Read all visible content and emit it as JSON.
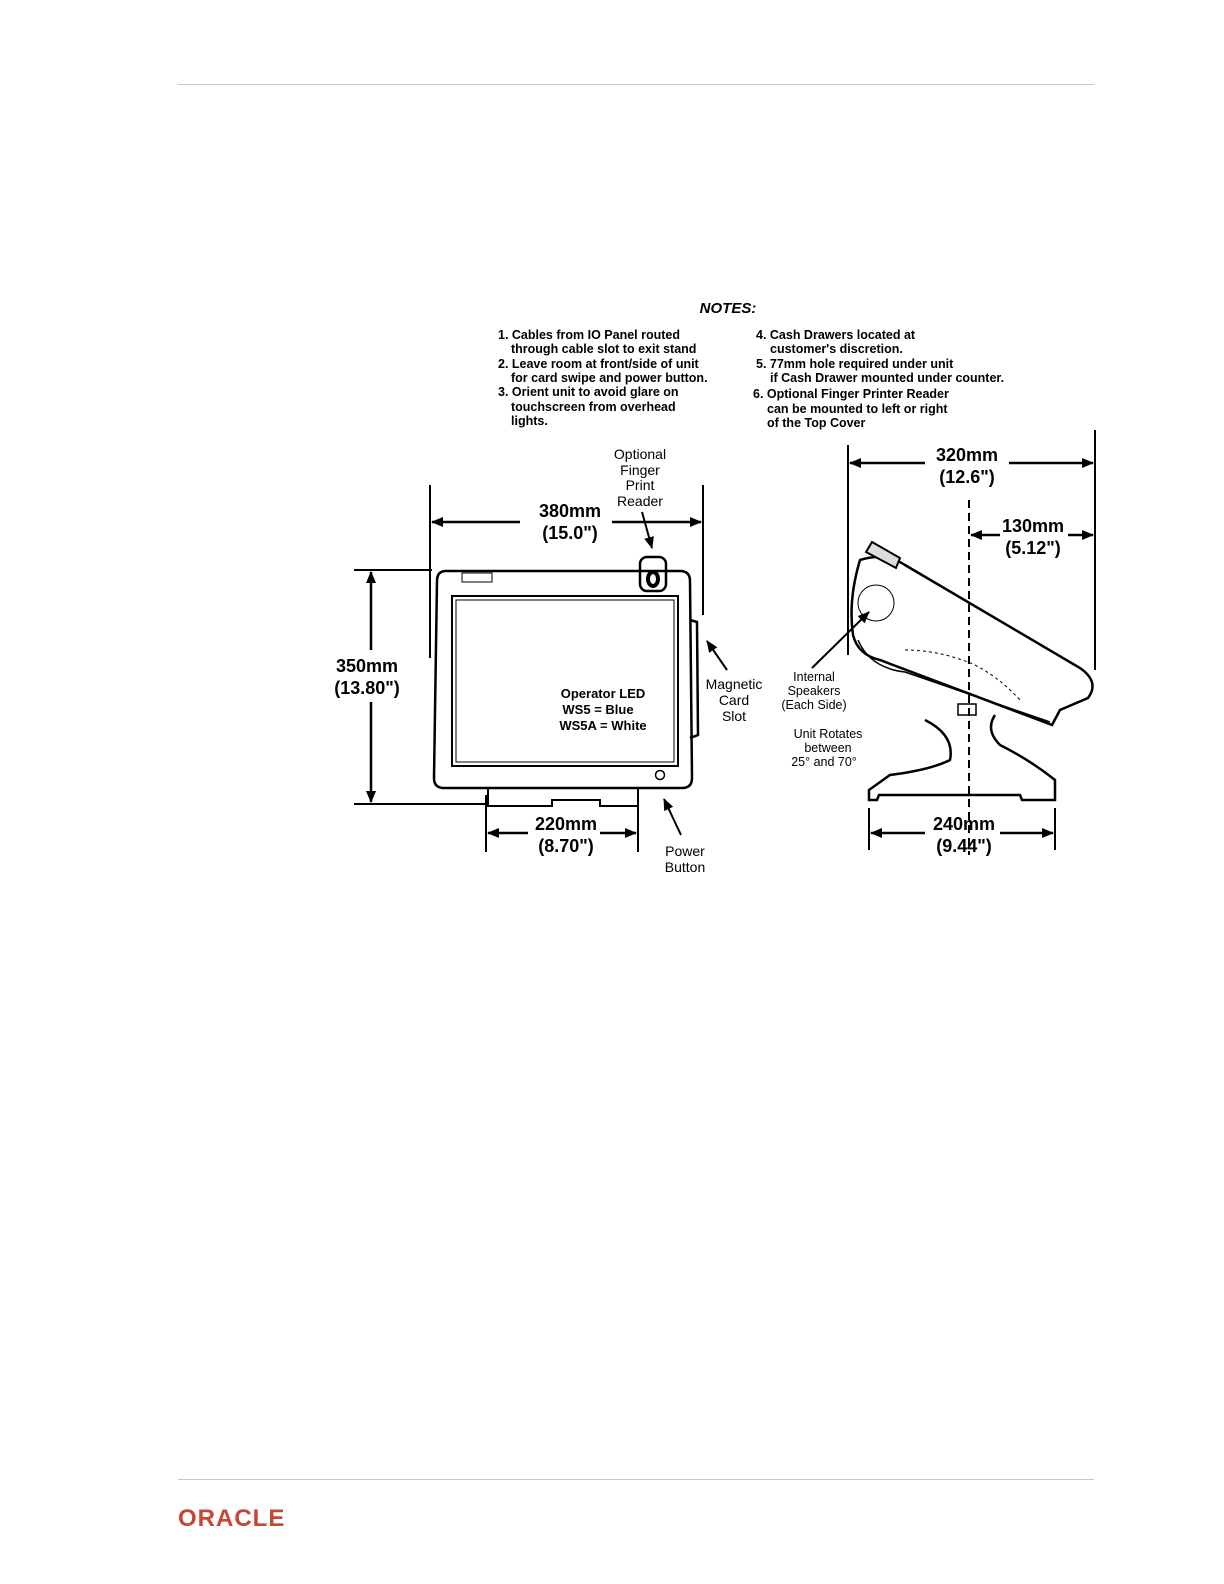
{
  "notes": {
    "heading": "NOTES:",
    "left": [
      [
        "1. Cables from IO Panel routed",
        "through cable slot to exit stand"
      ],
      [
        "2. Leave room at front/side of unit",
        "for card swipe and power button."
      ],
      [
        "3. Orient unit to avoid glare on",
        "touchscreen from overhead",
        "lights."
      ]
    ],
    "right": [
      [
        "4. Cash Drawers located at",
        "customer's discretion."
      ],
      [
        "5. 77mm hole required under unit",
        "if Cash Drawer mounted under counter."
      ],
      [
        "6. Optional Finger Printer Reader",
        "can be mounted to left or right",
        "of the Top Cover"
      ]
    ]
  },
  "front_view": {
    "width_mm": "380mm",
    "width_in": "(15.0\")",
    "height_mm": "350mm",
    "height_in": "(13.80\")",
    "base_mm": "220mm",
    "base_in": "(8.70\")",
    "fingerprint_label": [
      "Optional",
      "Finger",
      "Print",
      "Reader"
    ],
    "msr_label": [
      "Magnetic",
      "Card",
      "Slot"
    ],
    "power_label": [
      "Power",
      "Button"
    ],
    "led_label": [
      "Operator LED",
      "WS5 = Blue",
      "WS5A = White"
    ]
  },
  "side_view": {
    "depth_mm": "320mm",
    "depth_in": "(12.6\")",
    "offset_mm": "130mm",
    "offset_in": "(5.12\")",
    "base_mm": "240mm",
    "base_in": "(9.44\")",
    "speakers_label": [
      "Internal",
      "Speakers",
      "(Each Side)"
    ],
    "rotation_label": [
      "Unit Rotates",
      "between",
      "25° and 70°"
    ]
  },
  "footer": {
    "logo_text": "ORACLE"
  },
  "colors": {
    "brand": "#c74634",
    "rule": "#c8c8c8"
  }
}
